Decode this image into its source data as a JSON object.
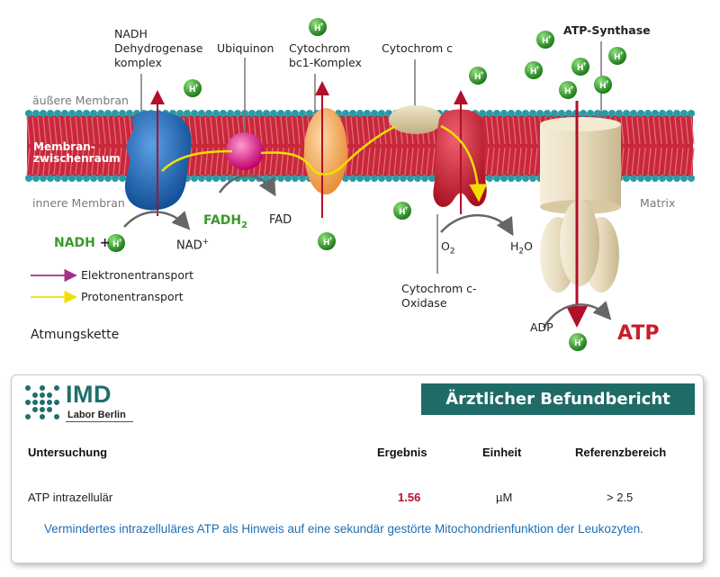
{
  "diagram": {
    "labels": {
      "nadh_complex": [
        "NADH",
        "Dehydrogenase",
        "komplex"
      ],
      "ubiquinon": "Ubiquinon",
      "cytochrom_bc1": [
        "Cytochrom",
        "bc1-Komplex"
      ],
      "cytochrom_c": "Cytochrom c",
      "atp_synthase": "ATP-Synthase",
      "aeussere_membran": "äußere Membran",
      "zwischenraum": [
        "Membran-",
        "zwischenraum"
      ],
      "innere_membran": "innere Membran",
      "matrix": "Matrix",
      "nadh": "NADH",
      "plus": "+",
      "nad_plus": "NAD",
      "nad_plus_sup": "+",
      "fadh2": "FADH",
      "fadh2_sub": "2",
      "fad": "FAD",
      "o2": "O",
      "o2_sub": "2",
      "h2o_pre": "H",
      "h2o_sub": "2",
      "h2o_post": "O",
      "oxidase": [
        "Cytochrom c-",
        "Oxidase"
      ],
      "adp": "ADP",
      "atp": "ATP",
      "title": "Atmungskette",
      "proton": "H",
      "proton_sup": "+"
    },
    "legend": [
      {
        "label": "Elektronentransport",
        "color": "#a0308a"
      },
      {
        "label": "Protonentransport",
        "color": "#f0e000"
      }
    ],
    "colors": {
      "membrane_red": "#c8283a",
      "phospholipid_head": "#2a9aa4",
      "proton_green": "#2f9a2a",
      "complex1_blue": "#1e64b0",
      "ubiquinon_pink": "#e0147a",
      "complex3_orange": "#f0a040",
      "cytc_tan": "#d8c898",
      "complex4_red": "#c81e2a",
      "synthase_cream": "#e8dcc0",
      "arrow_red": "#b0102a"
    }
  },
  "report": {
    "logo": {
      "name": "IMD",
      "sub": "Labor Berlin"
    },
    "title": "Ärztlicher Befundbericht",
    "columns": [
      "Untersuchung",
      "Ergebnis",
      "Einheit",
      "Referenzbereich"
    ],
    "rows": [
      {
        "test": "ATP intrazellulär",
        "result": "1.56",
        "unit": "µM",
        "reference": "> 2.5"
      }
    ],
    "note": "Vermindertes intrazelluläres ATP als Hinweis auf eine sekundär gestörte Mitochondrienfunktion der Leukozyten."
  }
}
